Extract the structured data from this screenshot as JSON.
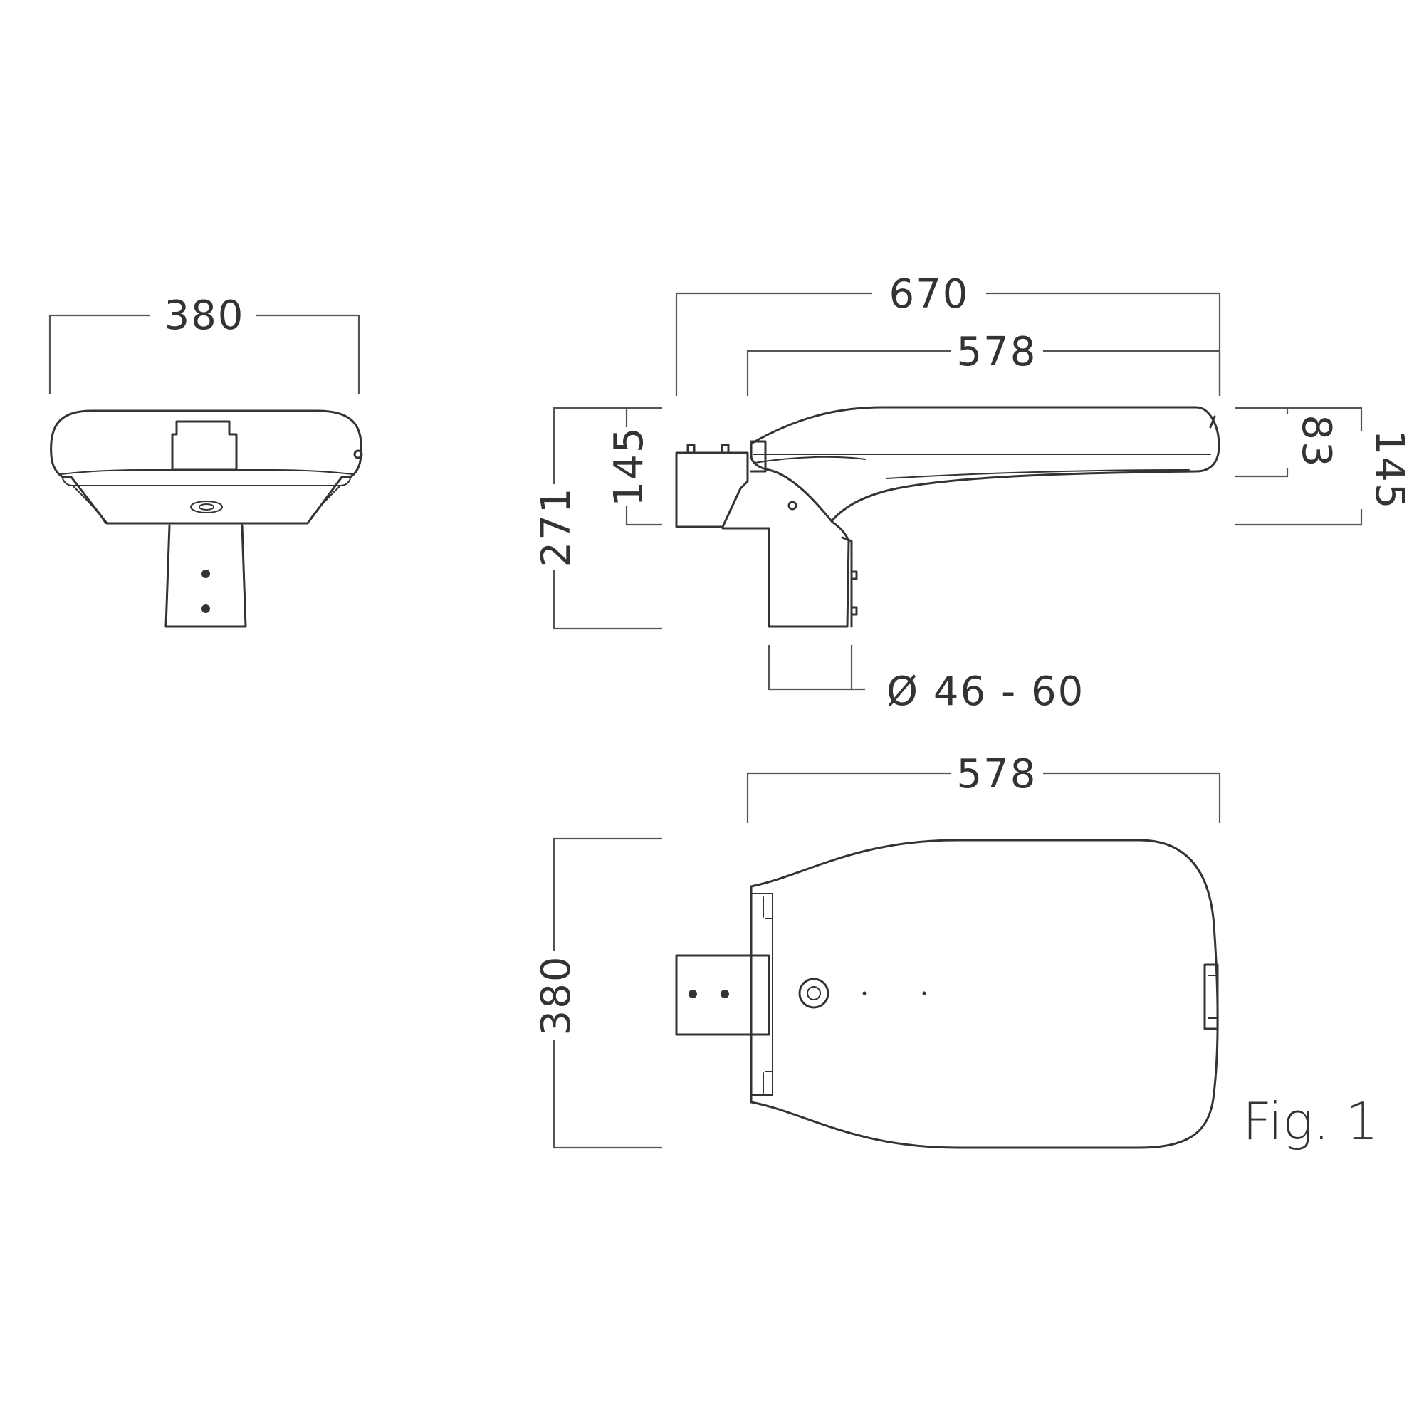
{
  "colors": {
    "line": "#333333",
    "background": "#ffffff"
  },
  "front_view": {
    "width_label": "380"
  },
  "side_view": {
    "overall_length_label": "670",
    "body_length_label": "578",
    "total_height_label": "271",
    "mount_height_label": "145",
    "tip_height_label": "83",
    "end_height_label": "145",
    "pole_diameter_label": "Ø 46 - 60"
  },
  "top_view": {
    "length_label": "578",
    "width_label": "380"
  },
  "figure_label": "Fig. 1"
}
